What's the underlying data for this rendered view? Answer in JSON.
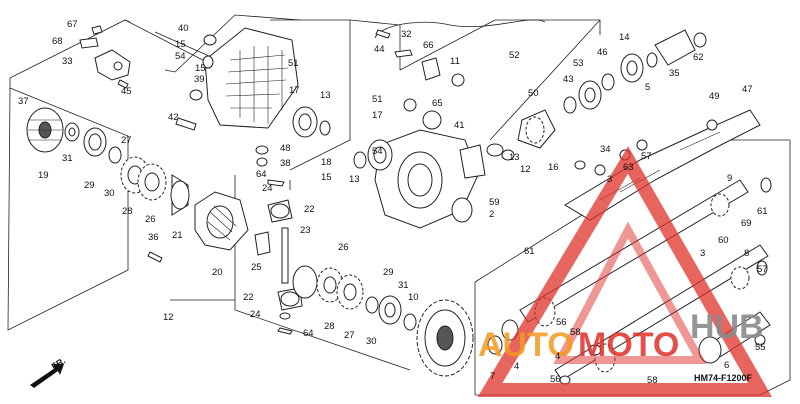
{
  "diagram_code": "HM74-F1200F",
  "direction_label": "FR.",
  "watermark": {
    "part1": "AUTO",
    "part2": "MOTO",
    "part3": "HUB"
  },
  "colors": {
    "watermark_red": "#e0302a",
    "watermark_orange": "#f39a1e",
    "watermark_gray": "#8a8a8a",
    "line": "#222222"
  },
  "callouts": [
    "67",
    "68",
    "33",
    "45",
    "40",
    "15",
    "54",
    "15",
    "39",
    "42",
    "37",
    "19",
    "31",
    "29",
    "30",
    "27",
    "28",
    "26",
    "21",
    "36",
    "20",
    "48",
    "38",
    "64",
    "24",
    "22",
    "25",
    "23",
    "26",
    "22",
    "24",
    "64",
    "28",
    "27",
    "30",
    "29",
    "31",
    "10",
    "12",
    "18",
    "15",
    "51",
    "17",
    "13",
    "51",
    "17",
    "13",
    "54",
    "59",
    "2",
    "65",
    "41",
    "32",
    "44",
    "66",
    "11",
    "52",
    "13",
    "12",
    "16",
    "50",
    "43",
    "53",
    "46",
    "14",
    "62",
    "35",
    "5",
    "49",
    "47",
    "34",
    "63",
    "57",
    "3",
    "9",
    "61",
    "60",
    "69",
    "3",
    "61",
    "8",
    "57",
    "56",
    "58",
    "55",
    "4",
    "4",
    "7",
    "56",
    "6",
    "58"
  ]
}
